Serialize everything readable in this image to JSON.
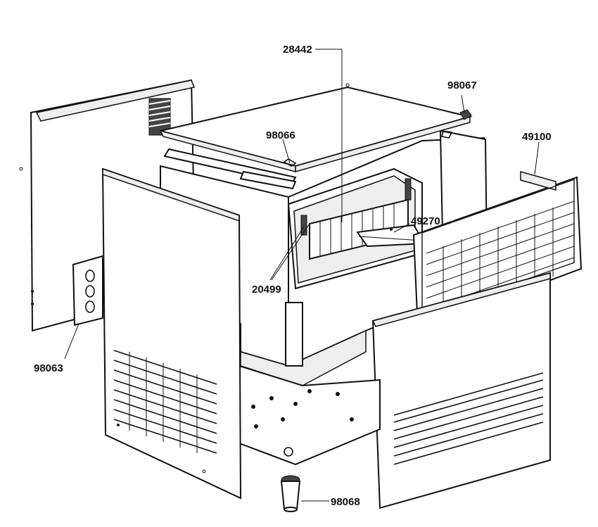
{
  "parts": [
    {
      "id": "top-cover-part",
      "number": "28442"
    },
    {
      "id": "hinge-part",
      "number": "98067"
    },
    {
      "id": "bracket-part",
      "number": "98066"
    },
    {
      "id": "front-grille-part",
      "number": "49100"
    },
    {
      "id": "slide-rail-part",
      "number": "49270"
    },
    {
      "id": "curtain-bracket-part",
      "number": "20499"
    },
    {
      "id": "side-plate-part",
      "number": "98063"
    },
    {
      "id": "leg-part",
      "number": "98068"
    }
  ]
}
